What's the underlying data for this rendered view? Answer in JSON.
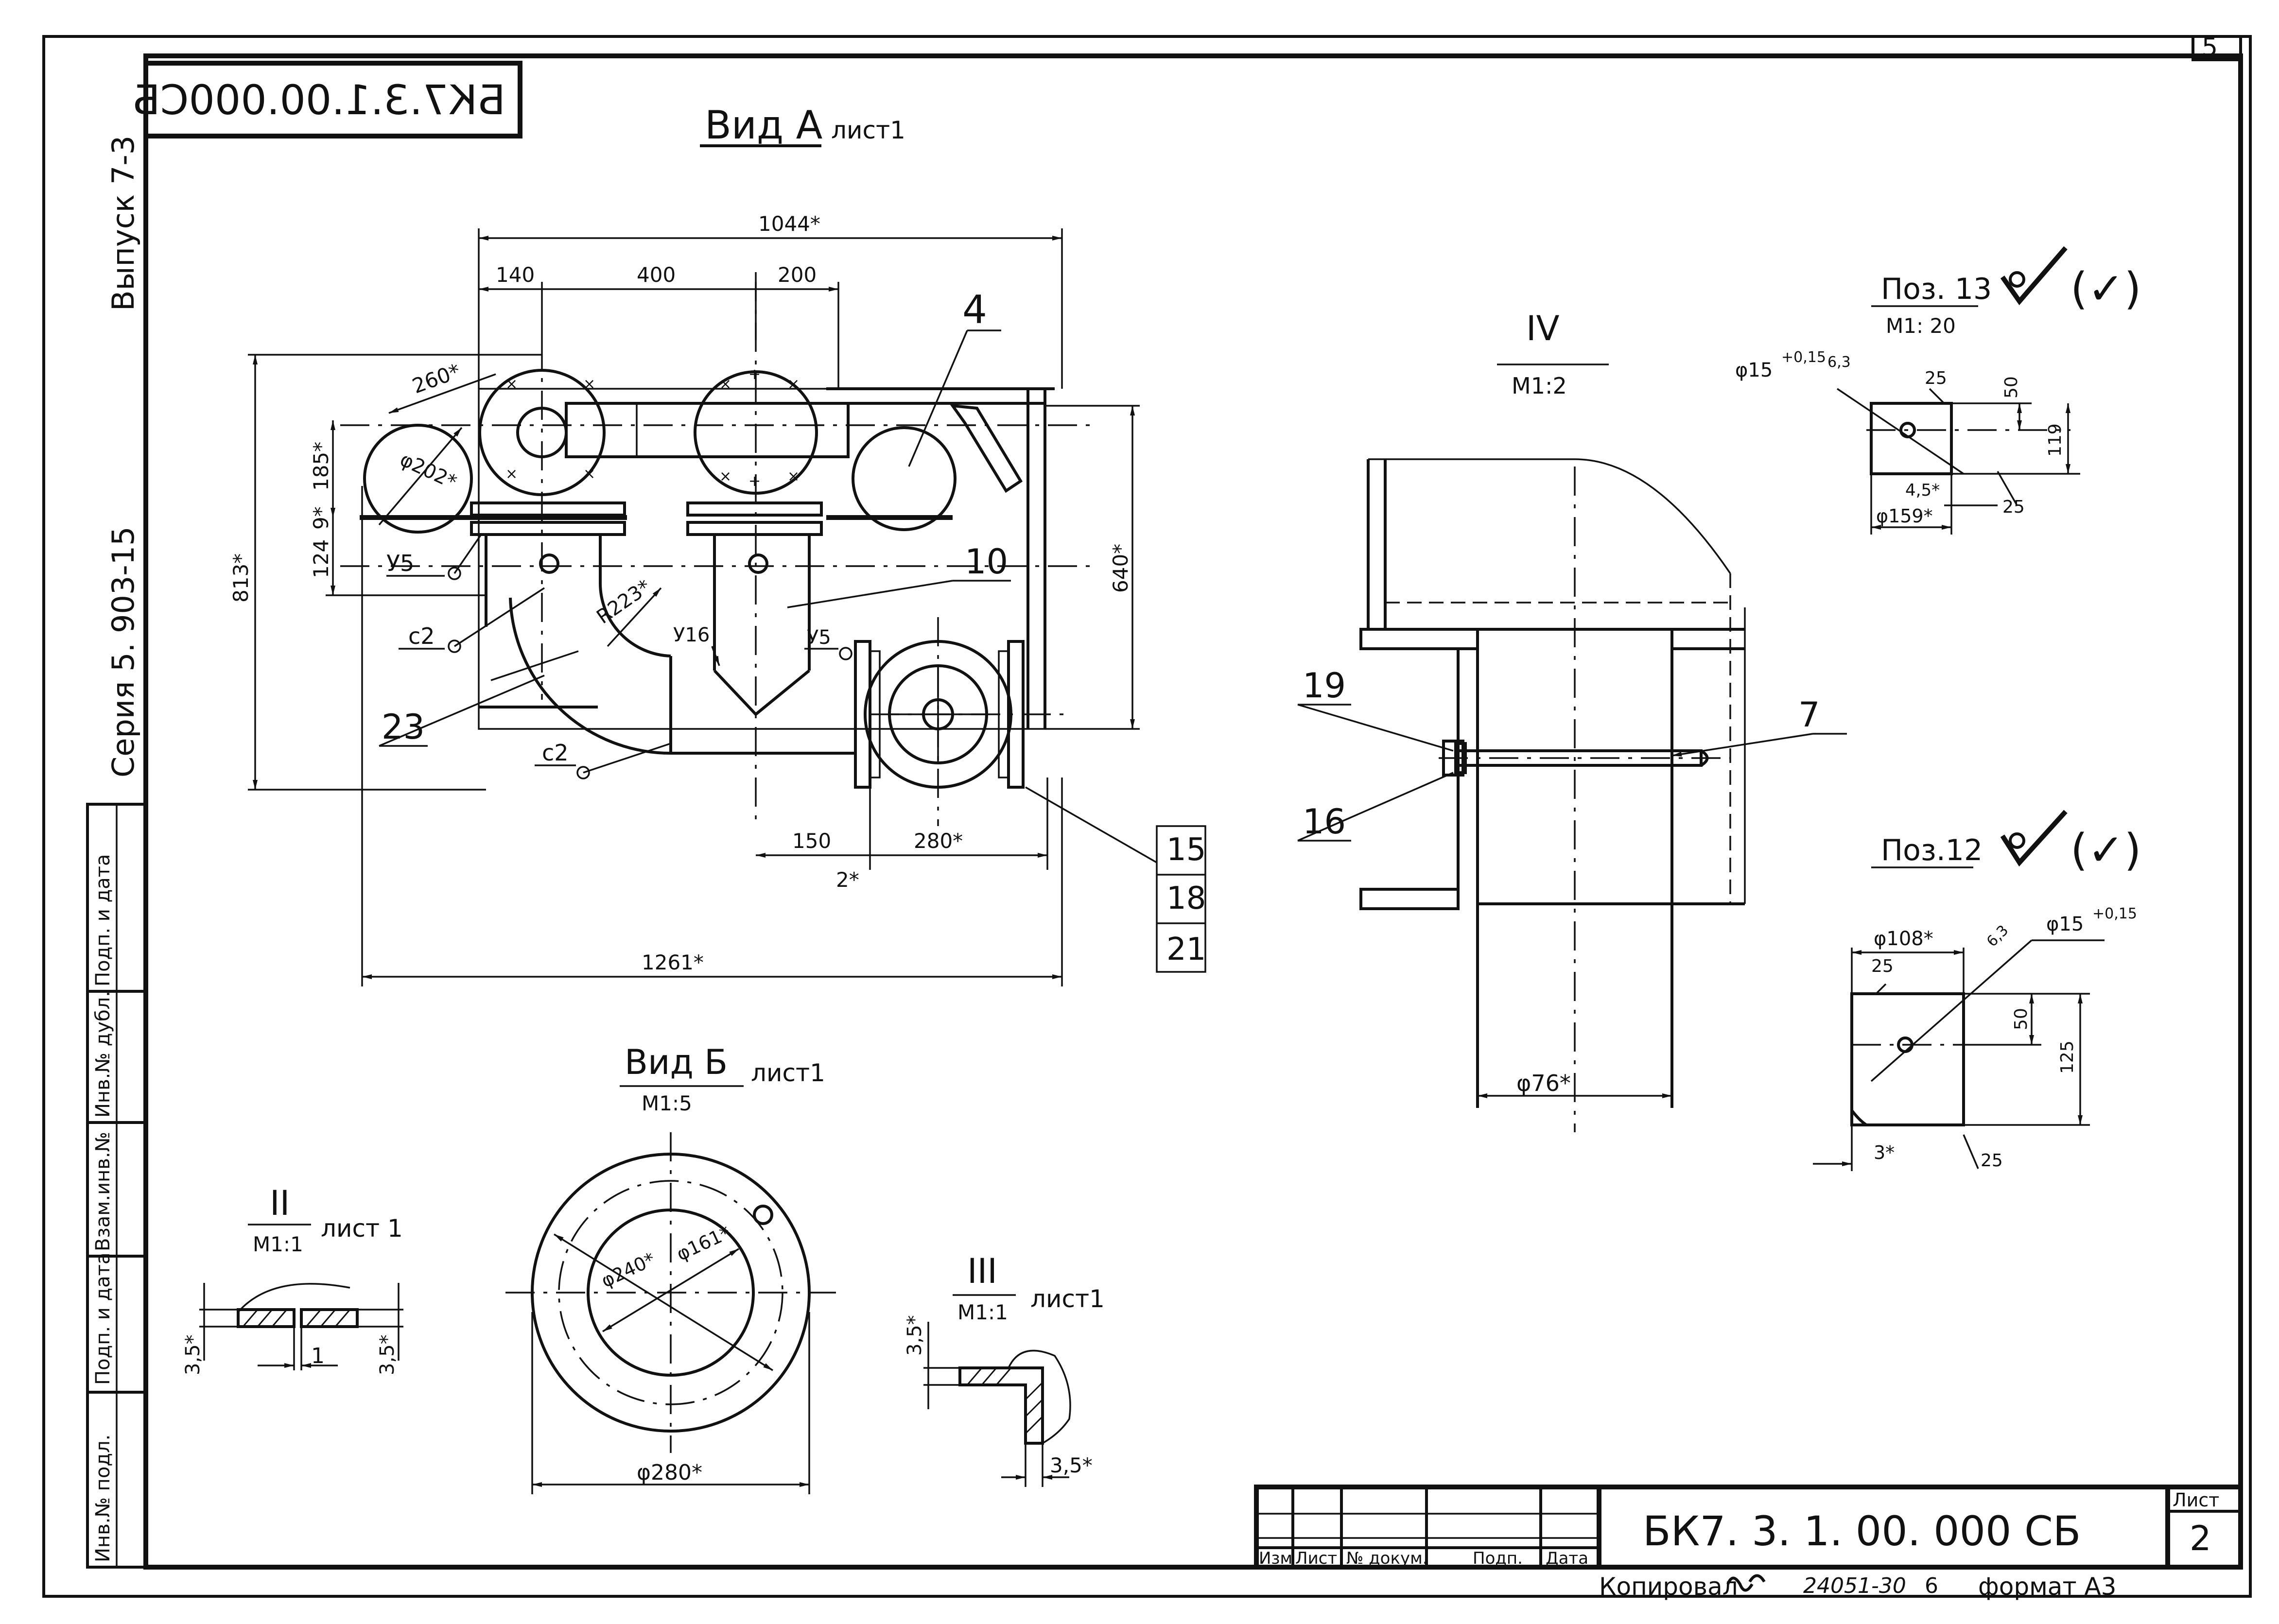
{
  "document": {
    "code_mirrored": "БК7.3.1.00.000СБ",
    "code_title": "БК7. 3. 1. 00. 000 СБ",
    "issue": "Выпуск 7-3",
    "series": "Серия 5. 903-15",
    "sheet_label": "Лист",
    "sheet_number": "2",
    "page_number": "5",
    "copied": "Копировал",
    "order_no": "24051-30",
    "order_suffix": "6",
    "format": "формат А3"
  },
  "side_stamp": [
    "Инв.№ подл.",
    "Подп. и дата",
    "Взам.инв.№",
    "Инв.№ дубл.",
    "Подп. и дата"
  ],
  "title_block_headers": [
    "Изм",
    "Лист",
    "№ докум.",
    "Подп.",
    "Дата"
  ],
  "views": {
    "view_a": {
      "title": "Вид А",
      "note": "лист1",
      "dims": [
        "1044*",
        "140",
        "400",
        "200",
        "260*",
        "φ202*",
        "185*",
        "9*",
        "124",
        "813*",
        "640*",
        "R223*",
        "150",
        "280*",
        "2*",
        "1261*"
      ],
      "labels": [
        "4",
        "10",
        "23",
        "У5",
        "с2",
        "с2",
        "У16",
        "У5",
        "15",
        "18",
        "21"
      ]
    },
    "view_b": {
      "title": "Вид Б",
      "scale": "М1:5",
      "note": "лист1",
      "dims": [
        "φ240*",
        "φ161*",
        "φ280*"
      ]
    },
    "section_ii": {
      "title": "II",
      "scale": "М1:1",
      "note": "лист 1",
      "dims": [
        "3,5*",
        "1",
        "3,5*"
      ]
    },
    "section_iii": {
      "title": "III",
      "scale": "М1:1",
      "note": "лист1",
      "dims": [
        "3,5*",
        "3,5*"
      ]
    },
    "section_iv": {
      "title": "IV",
      "scale": "М1:2",
      "labels": [
        "19",
        "16",
        "7"
      ],
      "dims": [
        "φ76*"
      ]
    },
    "pos13": {
      "title": "Поз. 13",
      "scale": "М1: 20",
      "symbol": "(✓)",
      "dims": [
        "φ15",
        "+0,15",
        "6,3",
        "25",
        "50",
        "119",
        "4,5*",
        "25",
        "φ159*"
      ]
    },
    "pos12": {
      "title": "Поз.12",
      "symbol": "(✓)",
      "dims": [
        "φ108*",
        "φ15",
        "+0,15",
        "6,3",
        "25",
        "50",
        "125",
        "3*",
        "25"
      ]
    }
  },
  "colors": {
    "ink": "#111111",
    "paper": "#ffffff"
  }
}
